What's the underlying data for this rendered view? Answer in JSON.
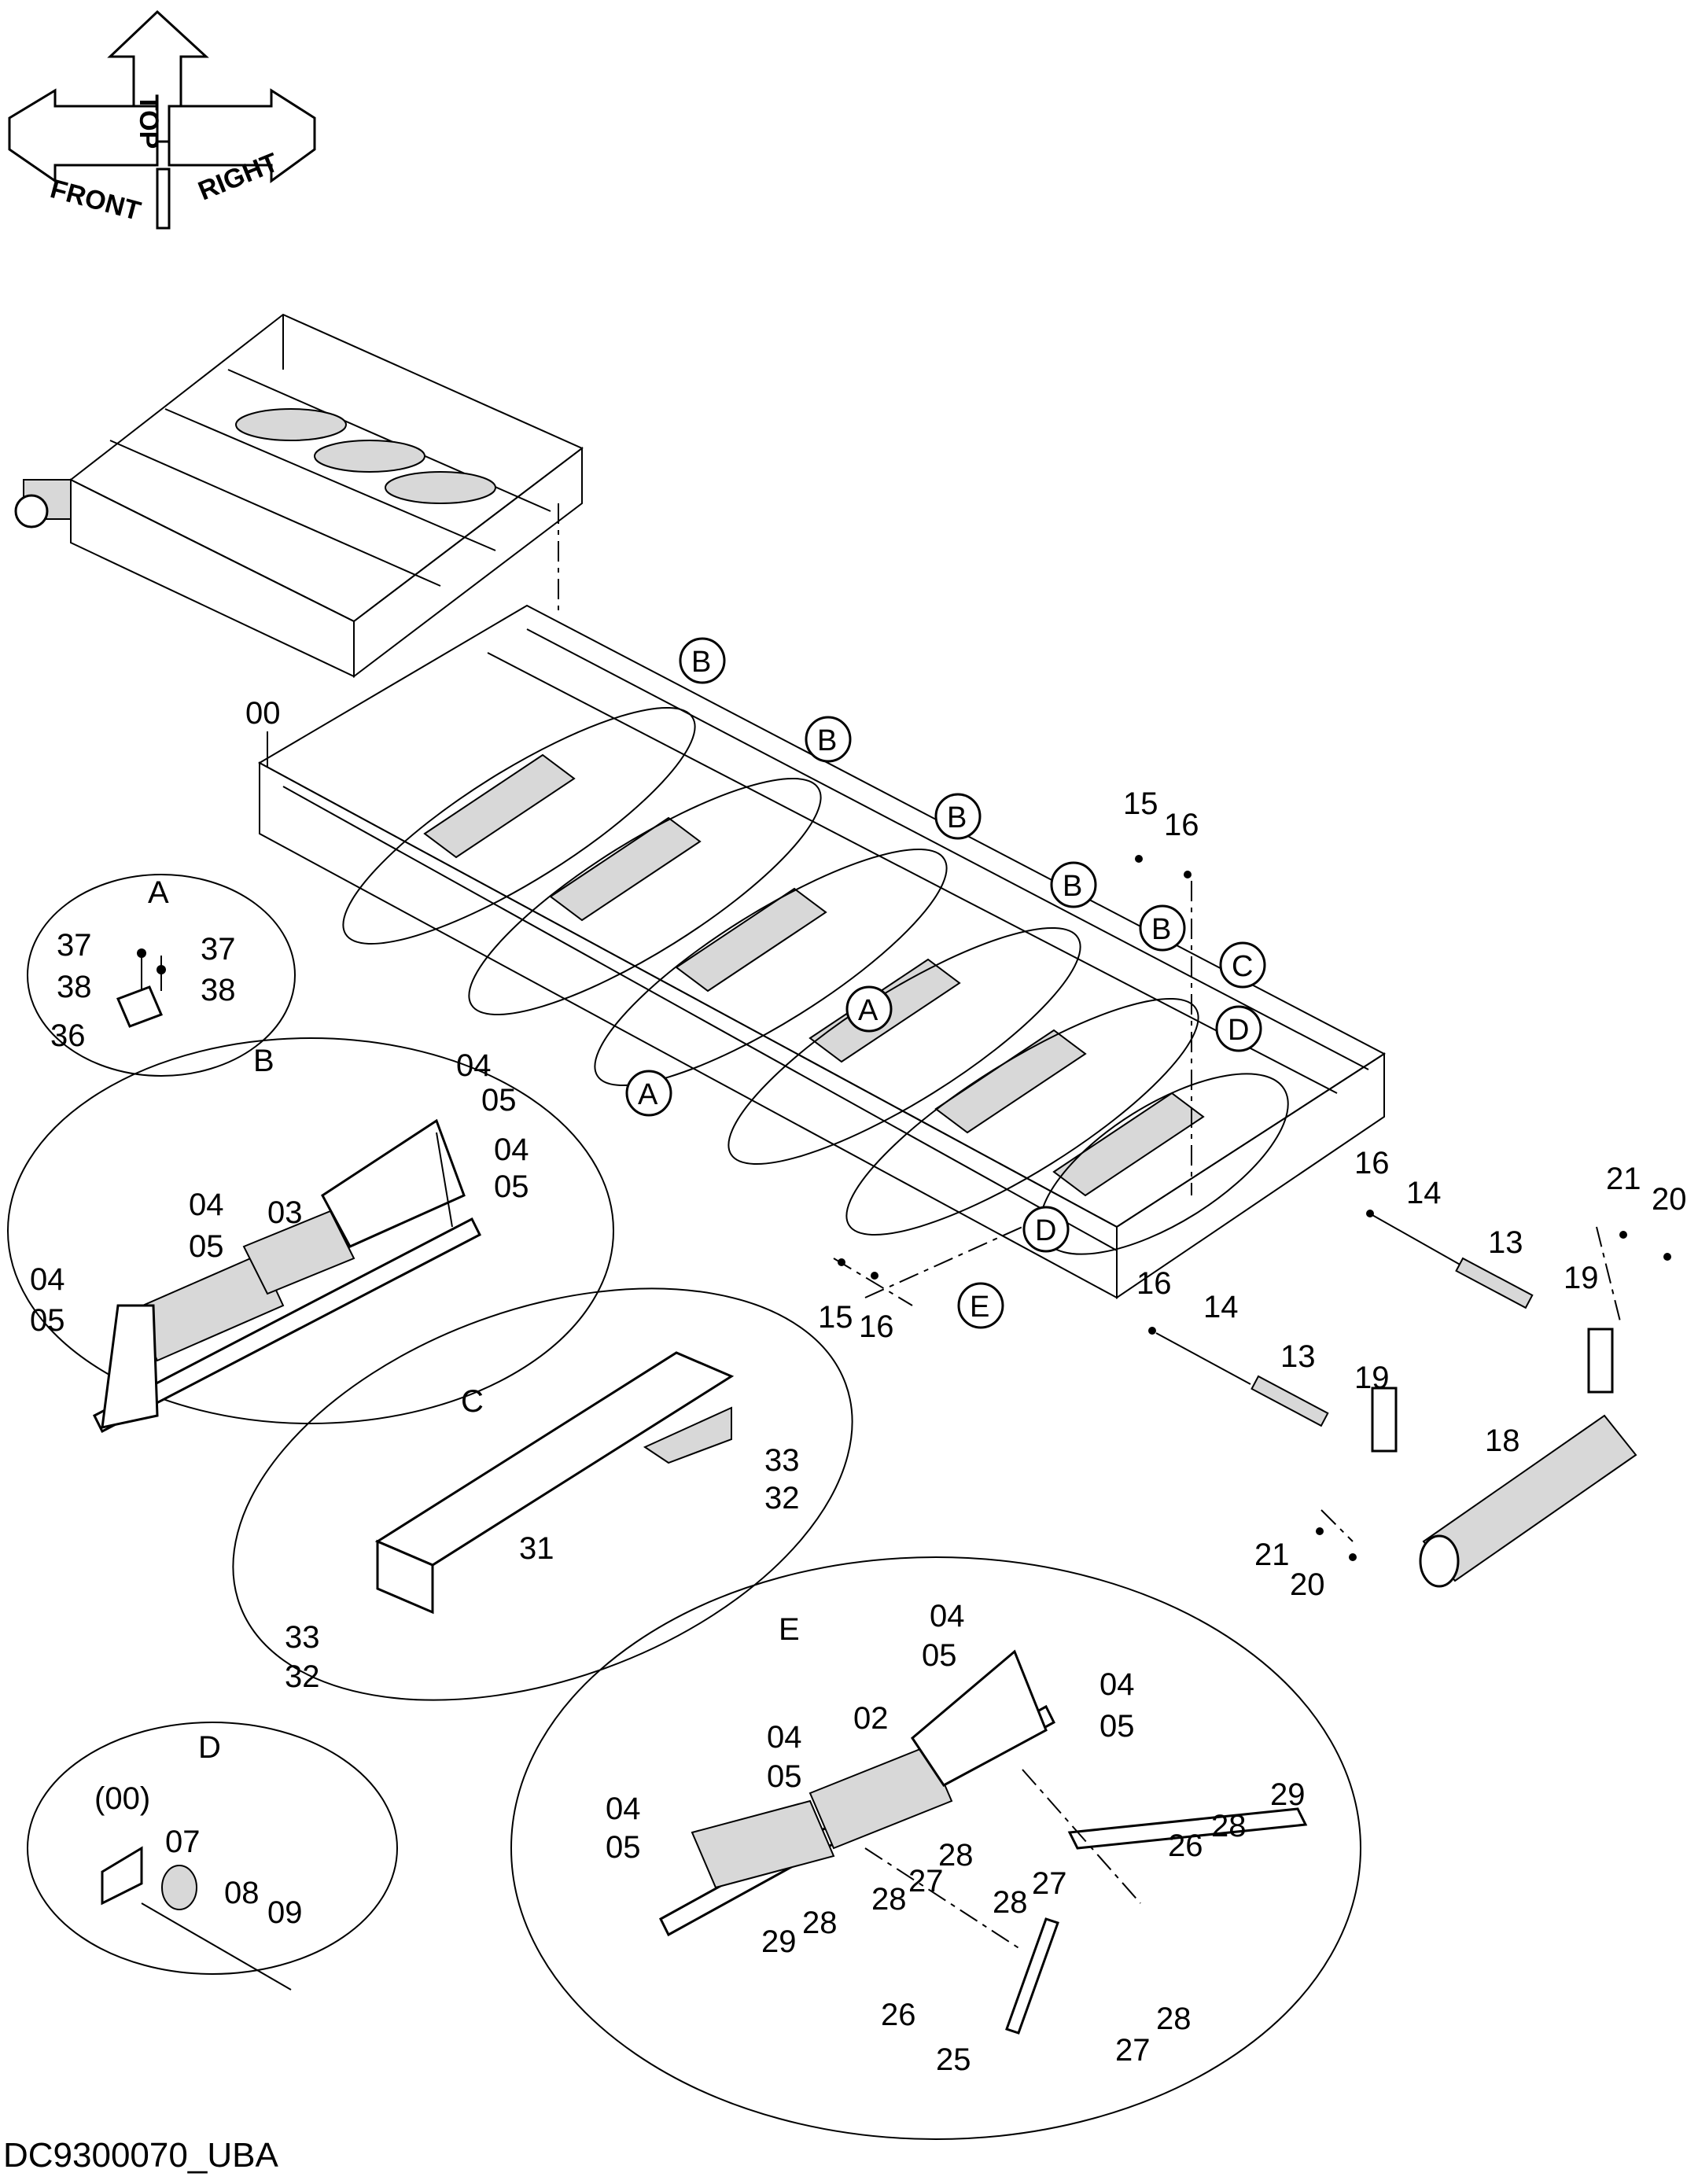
{
  "drawing_code": "DC9300070_UBA",
  "orientation": {
    "front": "FRONT",
    "top": "TOP",
    "right": "RIGHT"
  },
  "main_assembly_label": "00",
  "callouts": {
    "a": "A",
    "b": "B",
    "c": "C",
    "d": "D",
    "e": "E"
  },
  "parts": {
    "p02": "02",
    "p03": "03",
    "p04": "04",
    "p05": "05",
    "p07": "07",
    "p08": "08",
    "p09": "09",
    "p00p": "(00)",
    "p13": "13",
    "p14": "14",
    "p15": "15",
    "p16": "16",
    "p18": "18",
    "p19": "19",
    "p20": "20",
    "p21": "21",
    "p25": "25",
    "p26": "26",
    "p27": "27",
    "p28": "28",
    "p29": "29",
    "p31": "31",
    "p32": "32",
    "p33": "33",
    "p36": "36",
    "p37": "37",
    "p38": "38"
  }
}
